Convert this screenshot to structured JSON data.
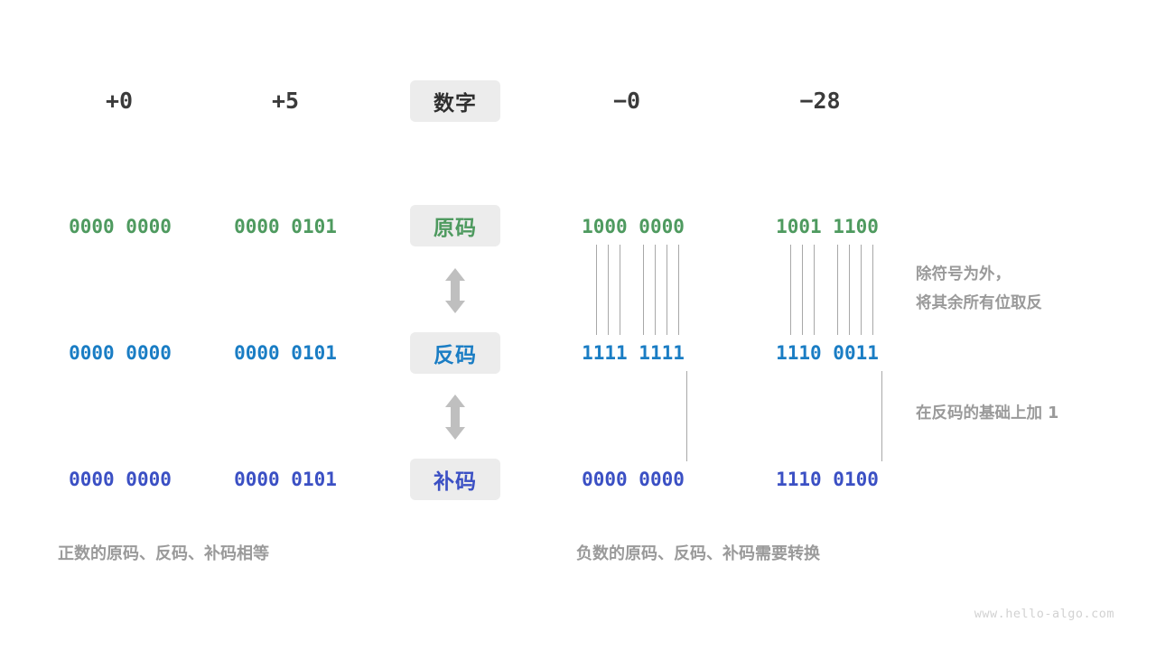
{
  "diagram": {
    "title_watermark": "www.hello-algo.com",
    "row_label_badges": [
      {
        "key": "number",
        "label": "数字",
        "color": "#2f2f2f"
      },
      {
        "key": "sign_mag",
        "label": "原码",
        "color": "#4e9a5f"
      },
      {
        "key": "ones_comp",
        "label": "反码",
        "color": "#1a7dc4"
      },
      {
        "key": "twos_comp",
        "label": "补码",
        "color": "#3b50c4"
      }
    ],
    "columns": [
      {
        "key": "pos_zero",
        "header": "+0"
      },
      {
        "key": "pos_five",
        "header": "+5"
      },
      {
        "key": "neg_zero",
        "header": "−0"
      },
      {
        "key": "neg_28",
        "header": "−28"
      }
    ],
    "rows": [
      {
        "key": "sign_mag",
        "label": "原码",
        "color": "#4e9a5f",
        "values": [
          "0000 0000",
          "0000 0101",
          "1000 0000",
          "1001 1100"
        ]
      },
      {
        "key": "ones_comp",
        "label": "反码",
        "color": "#1a7dc4",
        "values": [
          "0000 0000",
          "0000 0101",
          "1111 1111",
          "1110 0011"
        ]
      },
      {
        "key": "twos_comp",
        "label": "补码",
        "color": "#3b50c4",
        "values": [
          "0000 0000",
          "0000 0101",
          "0000 0000",
          "1110 0100"
        ]
      }
    ],
    "annotations": [
      {
        "key": "invert-bits-note",
        "text": "除符号为外，\n将其余所有位取反"
      },
      {
        "key": "add-one-note",
        "text": "在反码的基础上加  1"
      }
    ],
    "captions": [
      {
        "key": "positive-caption",
        "text": "正数的原码、反码、补码相等"
      },
      {
        "key": "negative-caption",
        "text": "负数的原码、反码、补码需要转换"
      }
    ],
    "colors": {
      "green": "#4e9a5f",
      "blue": "#1a7dc4",
      "indigo": "#3b50c4",
      "gray_text": "#9a9a9a",
      "badge_bg": "#ececec",
      "line": "#a8a8a8",
      "watermark": "#d2d2d2"
    }
  }
}
